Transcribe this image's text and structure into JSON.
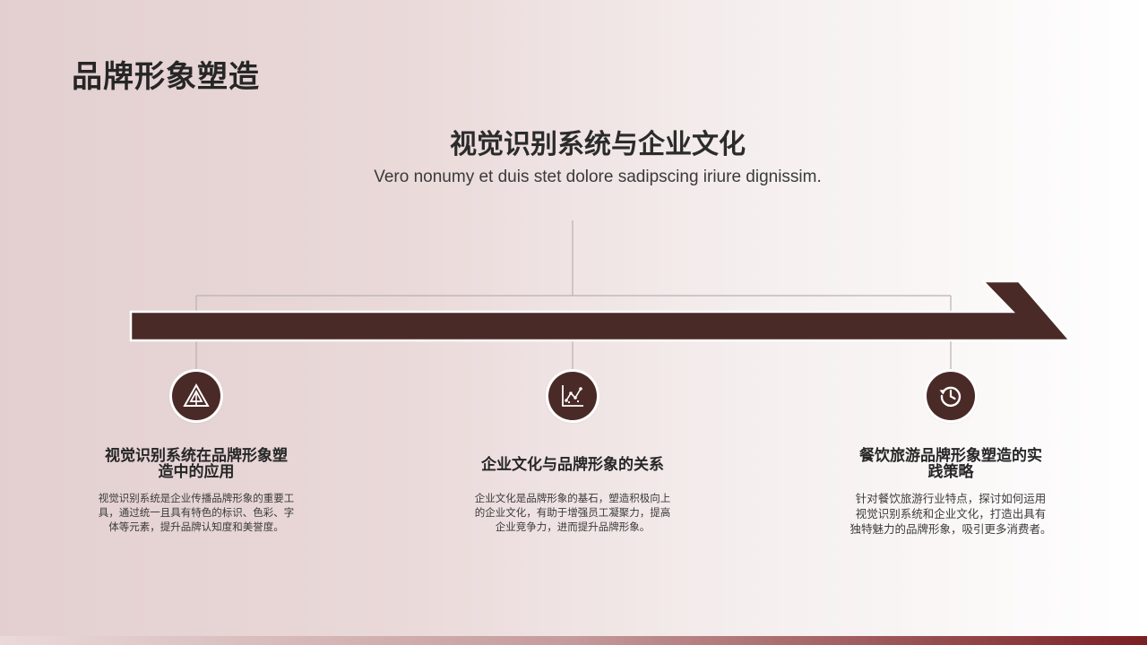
{
  "page": {
    "title": "品牌形象塑造"
  },
  "hero": {
    "heading": "视觉识别系统与企业文化",
    "subtitle": "Vero nonumy et duis stet dolore sadipscing iriure dignissim."
  },
  "colors": {
    "accent": "#4a2a27",
    "connector": "#b9b1b1",
    "bottom_bar_end": "#7b1f23"
  },
  "items": [
    {
      "icon": "triangle-logo-icon",
      "title_line1": "视觉识别系统在品牌形象塑",
      "title_line2": "造中的应用",
      "body_line1": "视觉识别系统是企业传播品牌形象的重要工",
      "body_line2": "具，通过统一且具有特色的标识、色彩、字",
      "body_line3": "体等元素，提升品牌认知度和美誉度。"
    },
    {
      "icon": "scatter-chart-icon",
      "title_line1": "企业文化与品牌形象的关系",
      "body_line1": "企业文化是品牌形象的基石，塑造积极向上",
      "body_line2": "的企业文化，有助于增强员工凝聚力，提高",
      "body_line3": "企业竞争力，进而提升品牌形象。"
    },
    {
      "icon": "history-clock-icon",
      "title_line1": "餐饮旅游品牌形象塑造的实",
      "title_line2": "践策略",
      "body_line1": "针对餐饮旅游行业特点，探讨如何运用",
      "body_line2": "视觉识别系统和企业文化，打造出具有",
      "body_line3": "独特魅力的品牌形象，吸引更多消费者。"
    }
  ]
}
